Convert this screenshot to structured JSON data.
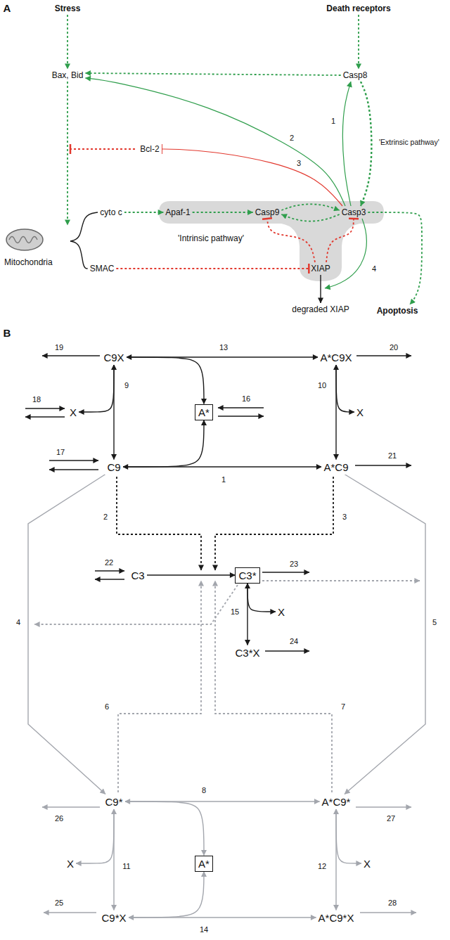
{
  "diagram": {
    "nodes": [
      {
        "text": [
          "Stress"
        ]
      },
      {
        "text": [
          "Death receptors"
        ]
      },
      {
        "text": [
          "Bax, Bid"
        ]
      },
      {
        "text": [
          "Casp8"
        ]
      },
      {
        "text": [
          "Bcl-2"
        ]
      },
      {
        "text": [
          "cyto c"
        ]
      },
      {
        "text": [
          "Apaf-1"
        ]
      },
      {
        "text": [
          "Casp9"
        ]
      },
      {
        "text": [
          "Casp3"
        ]
      },
      {
        "text": [
          "Mitochondria"
        ]
      },
      {
        "text": [
          "SMAC"
        ]
      },
      {
        "text": [
          "XIAP"
        ]
      },
      {
        "text": [
          "degraded XIAP"
        ]
      },
      {
        "text": [
          "Apoptosis"
        ]
      },
      {
        "text": [
          "C9X"
        ]
      },
      {
        "text": [
          "A*C9X"
        ]
      },
      {
        "text": [
          "X"
        ]
      },
      {
        "text": [
          "A*"
        ]
      },
      {
        "text": [
          "X"
        ]
      },
      {
        "text": [
          "C9"
        ]
      },
      {
        "text": [
          "A*C9"
        ]
      },
      {
        "text": [
          "C3"
        ]
      },
      {
        "text": [
          "C3*"
        ]
      },
      {
        "text": [
          "X"
        ]
      },
      {
        "text": [
          "C3*X"
        ]
      },
      {
        "text": [
          "C9*"
        ]
      },
      {
        "text": [
          "A*C9*"
        ]
      },
      {
        "text": [
          "X"
        ]
      },
      {
        "text": [
          "A*"
        ]
      },
      {
        "text": [
          "X"
        ]
      },
      {
        "text": [
          "C9*X"
        ]
      },
      {
        "text": [
          "A*C9*X"
        ]
      }
    ],
    "edges": [
      {
        "from": 0,
        "to": 2,
        "arrow": "to"
      },
      {
        "from": 1,
        "to": 3,
        "arrow": "to"
      },
      {
        "from": 3,
        "to": 2,
        "arrow": "to"
      },
      {
        "from": 3,
        "to": 8,
        "arrow": "to"
      },
      {
        "from": 8,
        "to": 3,
        "arrow": "to"
      },
      {
        "from": 8,
        "to": 2,
        "arrow": "to"
      },
      {
        "from": 8,
        "to": 4,
        "arrow": "to"
      },
      {
        "from": 2,
        "to": 9,
        "arrow": "to"
      },
      {
        "from": 9,
        "to": 5,
        "arrow": "none"
      },
      {
        "from": 9,
        "to": 10,
        "arrow": "none"
      },
      {
        "from": 5,
        "to": 6,
        "arrow": "to"
      },
      {
        "from": 6,
        "to": 7,
        "arrow": "to"
      },
      {
        "from": 7,
        "to": 8,
        "arrow": "to"
      },
      {
        "from": 8,
        "to": 7,
        "arrow": "to"
      },
      {
        "from": 10,
        "to": 11,
        "arrow": "to"
      },
      {
        "from": 11,
        "to": 7,
        "arrow": "to"
      },
      {
        "from": 11,
        "to": 8,
        "arrow": "to"
      },
      {
        "from": 11,
        "to": 12,
        "arrow": "to"
      },
      {
        "from": 8,
        "to": 13,
        "arrow": "to"
      },
      {
        "from": 14,
        "to": 15,
        "arrow": "both"
      },
      {
        "from": 14,
        "to": 17,
        "arrow": "to"
      },
      {
        "from": 14,
        "to": 19,
        "arrow": "both"
      },
      {
        "from": 14,
        "to": 16,
        "arrow": "to"
      },
      {
        "from": 15,
        "to": 20,
        "arrow": "both"
      },
      {
        "from": 15,
        "to": 18,
        "arrow": "to"
      },
      {
        "from": 19,
        "to": 20,
        "arrow": "both"
      },
      {
        "from": 19,
        "to": 17,
        "arrow": "to"
      },
      {
        "from": 21,
        "to": 22,
        "arrow": "to"
      },
      {
        "from": 22,
        "to": 24,
        "arrow": "both"
      },
      {
        "from": 22,
        "to": 23,
        "arrow": "to"
      },
      {
        "from": 19,
        "to": 25,
        "arrow": "to"
      },
      {
        "from": 20,
        "to": 26,
        "arrow": "to"
      },
      {
        "from": 25,
        "to": 26,
        "arrow": "both"
      },
      {
        "from": 25,
        "to": 28,
        "arrow": "to"
      },
      {
        "from": 25,
        "to": 30,
        "arrow": "both"
      },
      {
        "from": 25,
        "to": 27,
        "arrow": "to"
      },
      {
        "from": 26,
        "to": 31,
        "arrow": "both"
      },
      {
        "from": 26,
        "to": 29,
        "arrow": "to"
      },
      {
        "from": 30,
        "to": 31,
        "arrow": "both"
      },
      {
        "from": 30,
        "to": 28,
        "arrow": "to"
      }
    ],
    "labels": [
      "A",
      "'Intrinsic pathway'",
      "'Extrinsic pathway'",
      "1",
      "2",
      "3",
      "4",
      "B",
      "19",
      "13",
      "20",
      "9",
      "10",
      "18",
      "16",
      "17",
      "1",
      "21",
      "2",
      "3",
      "22",
      "23",
      "4",
      "15",
      "5",
      "24",
      "6",
      "7",
      "8",
      "26",
      "27",
      "11",
      "12",
      "25",
      "14",
      "28"
    ]
  }
}
